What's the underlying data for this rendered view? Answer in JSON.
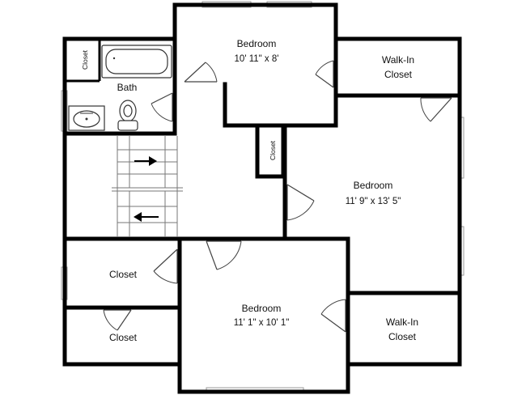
{
  "rooms": {
    "bedroom_top": {
      "name": "Bedroom",
      "dims": "10' 11\" x 8'"
    },
    "walkin_top": {
      "name_line1": "Walk-In",
      "name_line2": "Closet"
    },
    "bath": {
      "name": "Bath"
    },
    "bath_closet": {
      "name": "Closet"
    },
    "hall_closet": {
      "name": "Closet"
    },
    "bedroom_right": {
      "name": "Bedroom",
      "dims": "11' 9\" x 13' 5\""
    },
    "closet_left_upper": {
      "name": "Closet"
    },
    "closet_left_lower": {
      "name": "Closet"
    },
    "bedroom_bottom": {
      "name": "Bedroom",
      "dims": "11' 1\" x 10' 1\""
    },
    "walkin_bottom": {
      "name_line1": "Walk-In",
      "name_line2": "Closet"
    }
  },
  "icons": {
    "stair_up": "arrow-right-icon",
    "stair_down": "arrow-left-icon"
  }
}
